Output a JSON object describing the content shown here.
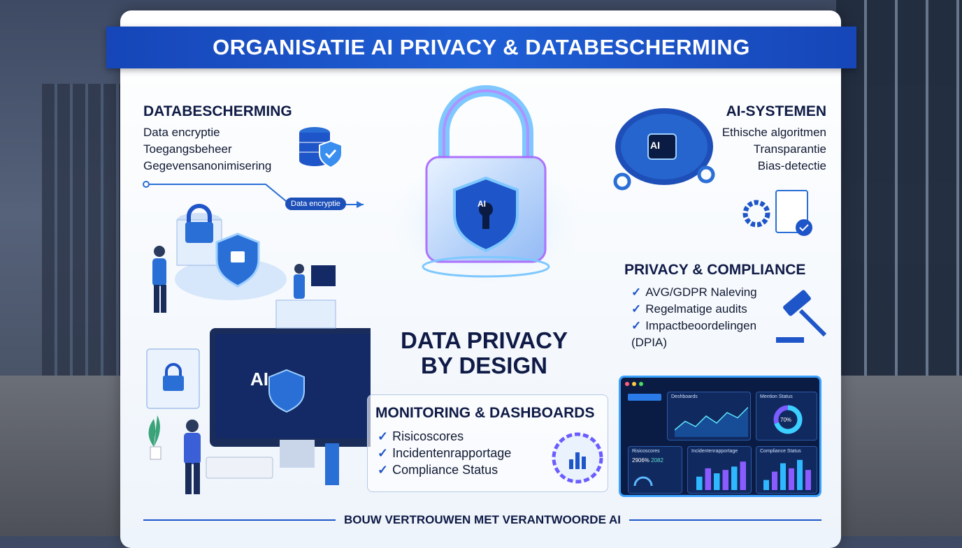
{
  "title": "ORGANISATIE AI PRIVACY & DATABESCHERMING",
  "databescherming": {
    "heading": "DATABESCHERMING",
    "items": [
      "Data encryptie",
      "Toegangsbeheer",
      "Gegevensanonimisering"
    ],
    "flow_label": "Data encryptie"
  },
  "ai_systemen": {
    "heading": "AI-SYSTEMEN",
    "items": [
      "Ethische algoritmen",
      "Transparantie",
      "Bias-detectie"
    ],
    "brain_label": "AI"
  },
  "privacy": {
    "heading": "PRIVACY & COMPLIANCE",
    "items": [
      "AVG/GDPR Naleving",
      "Regelmatige audits",
      "Impactbeoordelingen (DPIA)"
    ]
  },
  "center": {
    "line1": "DATA PRIVACY",
    "line2": "BY DESIGN",
    "lock_label": "AI",
    "monitor_label": "AI"
  },
  "monitoring": {
    "heading": "MONITORING & DASHBOARDS",
    "items": [
      "Risicoscores",
      "Incidentenrapportage",
      "Compliance Status"
    ]
  },
  "dashboard": {
    "panel1": "Deshboards",
    "panel2": "Mention Status",
    "donut_value": "70%",
    "donut_fraction": 0.7,
    "panel3": "Risicoscores",
    "risk_value1": "2906%",
    "risk_value2": "2082",
    "panel4": "Incidentenrapportage",
    "panel5": "Compliance Status",
    "line_series": [
      20,
      45,
      30,
      60,
      40,
      70,
      55,
      85
    ],
    "incident_bars": [
      40,
      65,
      50,
      60,
      70,
      85
    ],
    "compliance_bars": [
      30,
      55,
      80,
      65,
      90,
      60
    ]
  },
  "footer": "BOUW VERTROUWEN MET VERANTWOORDE AI",
  "colors": {
    "brand": "#1f5fd6",
    "heading": "#0f1b46",
    "accent": "#3aa1ff"
  }
}
